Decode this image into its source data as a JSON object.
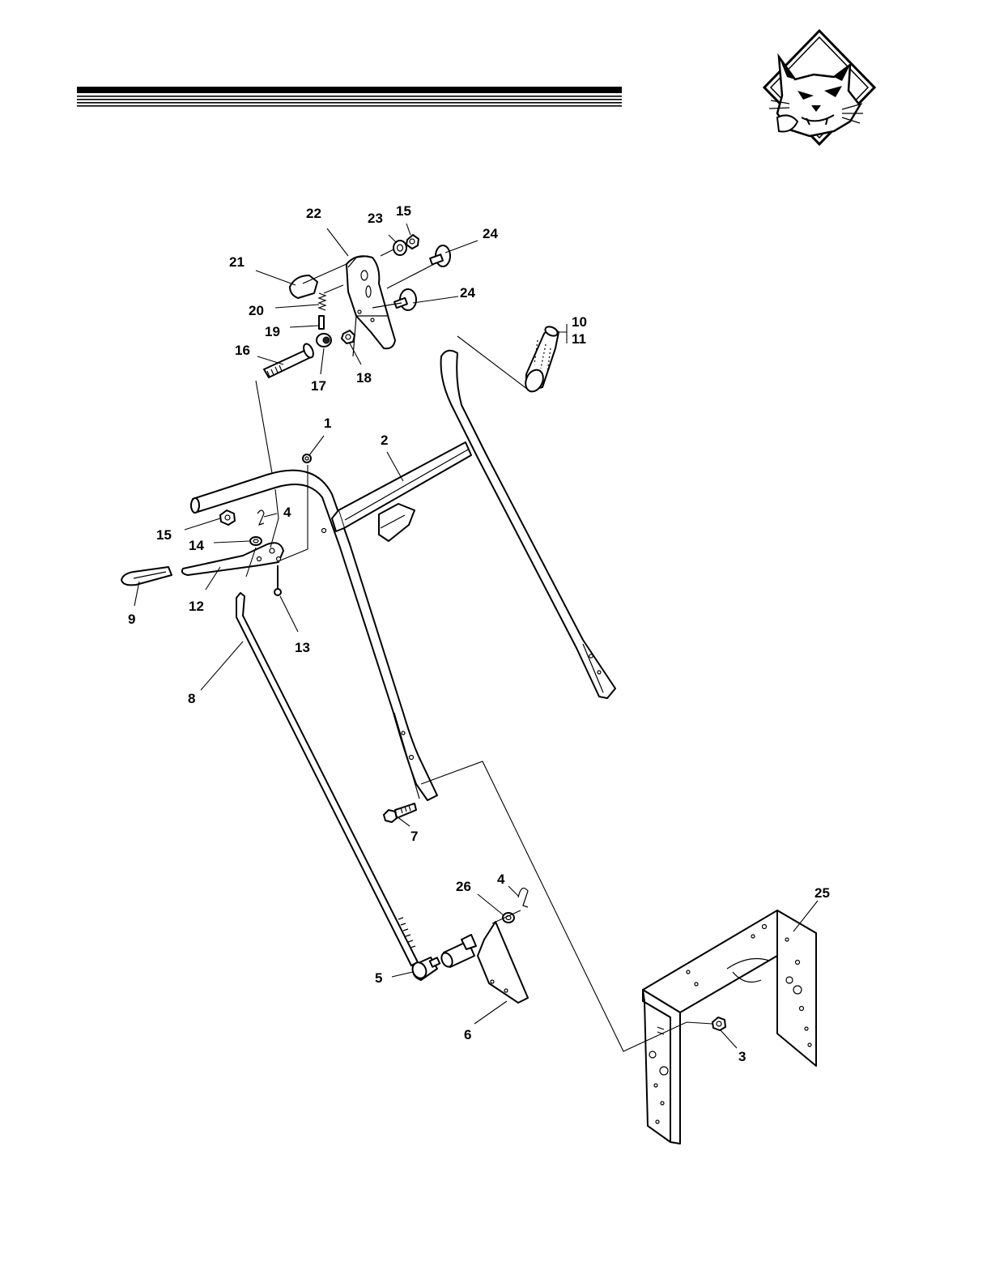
{
  "header": {
    "logo_icon": "wildcat-logo-icon"
  },
  "callouts": [
    {
      "id": "c1",
      "text": "1"
    },
    {
      "id": "c2",
      "text": "2"
    },
    {
      "id": "c3",
      "text": "3"
    },
    {
      "id": "c4a",
      "text": "4"
    },
    {
      "id": "c4b",
      "text": "4"
    },
    {
      "id": "c5",
      "text": "5"
    },
    {
      "id": "c6",
      "text": "6"
    },
    {
      "id": "c7",
      "text": "7"
    },
    {
      "id": "c8",
      "text": "8"
    },
    {
      "id": "c9",
      "text": "9"
    },
    {
      "id": "c10",
      "text": "10"
    },
    {
      "id": "c11",
      "text": "11"
    },
    {
      "id": "c12",
      "text": "12"
    },
    {
      "id": "c13",
      "text": "13"
    },
    {
      "id": "c14",
      "text": "14"
    },
    {
      "id": "c15a",
      "text": "15"
    },
    {
      "id": "c15b",
      "text": "15"
    },
    {
      "id": "c16",
      "text": "16"
    },
    {
      "id": "c17",
      "text": "17"
    },
    {
      "id": "c18",
      "text": "18"
    },
    {
      "id": "c19",
      "text": "19"
    },
    {
      "id": "c20",
      "text": "20"
    },
    {
      "id": "c21",
      "text": "21"
    },
    {
      "id": "c22",
      "text": "22"
    },
    {
      "id": "c23",
      "text": "23"
    },
    {
      "id": "c24a",
      "text": "24"
    },
    {
      "id": "c24b",
      "text": "24"
    },
    {
      "id": "c25",
      "text": "25"
    },
    {
      "id": "c26",
      "text": "26"
    }
  ]
}
